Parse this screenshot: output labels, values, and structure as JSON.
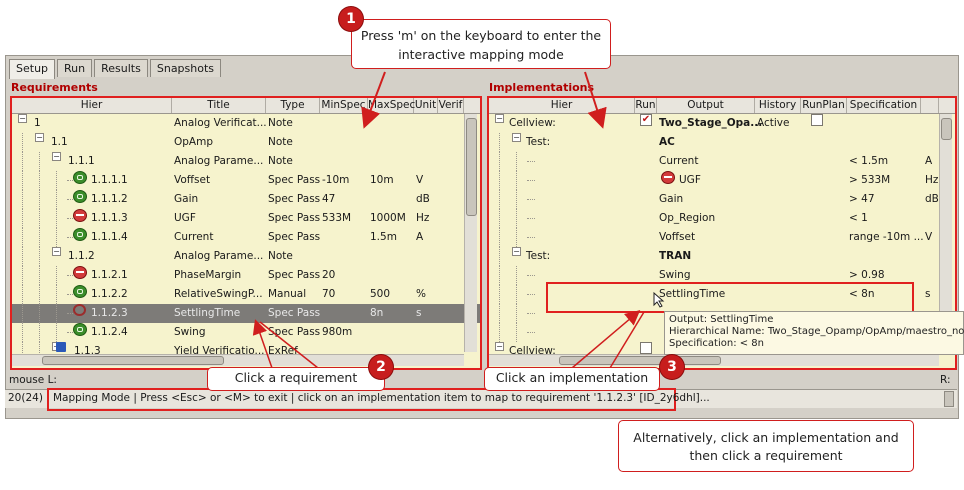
{
  "tabs": [
    "Setup",
    "Run",
    "Results",
    "Snapshots"
  ],
  "requirements": {
    "title": "Requirements",
    "columns": [
      "Hier",
      "Title",
      "Type",
      "MinSpec",
      "MaxSpec",
      "Unit",
      "Verif"
    ],
    "rows": [
      {
        "hier": "1",
        "title": "Analog Verificat...",
        "type": "Note",
        "min": "",
        "max": "",
        "unit": "",
        "icon": "none",
        "expander": "-"
      },
      {
        "hier": "1.1",
        "title": "OpAmp",
        "type": "Note",
        "min": "",
        "max": "",
        "unit": "",
        "icon": "none",
        "expander": "-"
      },
      {
        "hier": "1.1.1",
        "title": "Analog Parame...",
        "type": "Note",
        "min": "",
        "max": "",
        "unit": "",
        "icon": "none",
        "expander": "-"
      },
      {
        "hier": "1.1.1.1",
        "title": "Voffset",
        "type": "Spec Pass",
        "min": "-10m",
        "max": "10m",
        "unit": "V",
        "icon": "green"
      },
      {
        "hier": "1.1.1.2",
        "title": "Gain",
        "type": "Spec Pass",
        "min": "47",
        "max": "",
        "unit": "dB",
        "icon": "green"
      },
      {
        "hier": "1.1.1.3",
        "title": "UGF",
        "type": "Spec Pass",
        "min": "533M",
        "max": "1000M",
        "unit": "Hz",
        "icon": "red"
      },
      {
        "hier": "1.1.1.4",
        "title": "Current",
        "type": "Spec Pass",
        "min": "",
        "max": "1.5m",
        "unit": "A",
        "icon": "green"
      },
      {
        "hier": "1.1.2",
        "title": "Analog Parame...",
        "type": "Note",
        "min": "",
        "max": "",
        "unit": "",
        "icon": "none",
        "expander": "-"
      },
      {
        "hier": "1.1.2.1",
        "title": "PhaseMargin",
        "type": "Spec Pass",
        "min": "20",
        "max": "",
        "unit": "",
        "icon": "red"
      },
      {
        "hier": "1.1.2.2",
        "title": "RelativeSwingP...",
        "type": "Manual",
        "min": "70",
        "max": "500",
        "unit": "%",
        "icon": "green"
      },
      {
        "hier": "1.1.2.3",
        "title": "SettlingTime",
        "type": "Spec Pass",
        "min": "",
        "max": "8n",
        "unit": "s",
        "icon": "broken",
        "selected": true
      },
      {
        "hier": "1.1.2.4",
        "title": "Swing",
        "type": "Spec Pass",
        "min": "980m",
        "max": "",
        "unit": "",
        "icon": "green"
      },
      {
        "hier": "1.1.3",
        "title": "Yield Verificatio...",
        "type": "ExRef",
        "min": "",
        "max": "",
        "unit": "",
        "icon": "bluefolder",
        "expander": "+"
      }
    ]
  },
  "implementations": {
    "title": "Implementations",
    "columns": [
      "Hier",
      "Run",
      "Output",
      "History",
      "RunPlan",
      "Specification"
    ],
    "rows": [
      {
        "hier": "Cellview:",
        "run": "checked",
        "output": "Two_Stage_Opa...",
        "history": "Active",
        "runplan": "box",
        "spec": "",
        "unit": "",
        "bold": true,
        "expander": "-"
      },
      {
        "hier": "Test:",
        "run": "",
        "output": "AC",
        "history": "",
        "runplan": "",
        "spec": "",
        "unit": "",
        "bold": true,
        "expander": "-"
      },
      {
        "hier": "",
        "run": "",
        "output": "Current",
        "history": "",
        "runplan": "",
        "spec": "< 1.5m",
        "unit": "A"
      },
      {
        "hier": "",
        "run": "",
        "output": "UGF",
        "history": "",
        "runplan": "",
        "spec": "> 533M",
        "unit": "Hz",
        "icon": "red"
      },
      {
        "hier": "",
        "run": "",
        "output": "Gain",
        "history": "",
        "runplan": "",
        "spec": "> 47",
        "unit": "dB"
      },
      {
        "hier": "",
        "run": "",
        "output": "Op_Region",
        "history": "",
        "runplan": "",
        "spec": "< 1",
        "unit": ""
      },
      {
        "hier": "",
        "run": "",
        "output": "Voffset",
        "history": "",
        "runplan": "",
        "spec": "range -10m ...",
        "unit": "V"
      },
      {
        "hier": "Test:",
        "run": "",
        "output": "TRAN",
        "history": "",
        "runplan": "",
        "spec": "",
        "unit": "",
        "bold": true,
        "expander": "-"
      },
      {
        "hier": "",
        "run": "",
        "output": "Swing",
        "history": "",
        "runplan": "",
        "spec": "> 0.98",
        "unit": ""
      },
      {
        "hier": "",
        "run": "",
        "output": "SettlingTime",
        "history": "",
        "runplan": "",
        "spec": "< 8n",
        "unit": "s"
      },
      {
        "hier": "",
        "run": "",
        "output": "",
        "history": "",
        "runplan": "",
        "spec": "",
        "unit": ""
      },
      {
        "hier": "",
        "run": "",
        "output": "",
        "history": "",
        "runplan": "",
        "spec": "",
        "unit": ""
      },
      {
        "hier": "Cellview:",
        "run": "box",
        "output": "",
        "history": "",
        "runplan": "",
        "spec": "",
        "unit": "",
        "expander": "-"
      }
    ]
  },
  "tooltip": {
    "output": "Output: SettlingTime",
    "hierarchical": "Hierarchical Name: Two_Stage_Opamp/OpAmp/maestro_no",
    "spec": "Specification: < 8n"
  },
  "mouse_label": "mouse L:",
  "mouse_r": "R:",
  "status_count": "20(24)",
  "status_message": "Mapping Mode | Press <Esc> or <M> to exit | click on an implementation item to map to requirement '1.1.2.3' [ID_2y6dhl]...",
  "callouts": {
    "c1": "Press 'm' on the keyboard to enter the interactive mapping mode",
    "c2": "Click a requirement",
    "c3": "Click an implementation",
    "c4": "Alternatively, click an implementation and then click a requirement"
  },
  "badges": [
    "1",
    "2",
    "3"
  ],
  "colors": {
    "highlight": "#e0201f",
    "panel_bg": "#f6f3cd",
    "selected_row": "#7d7b78"
  }
}
